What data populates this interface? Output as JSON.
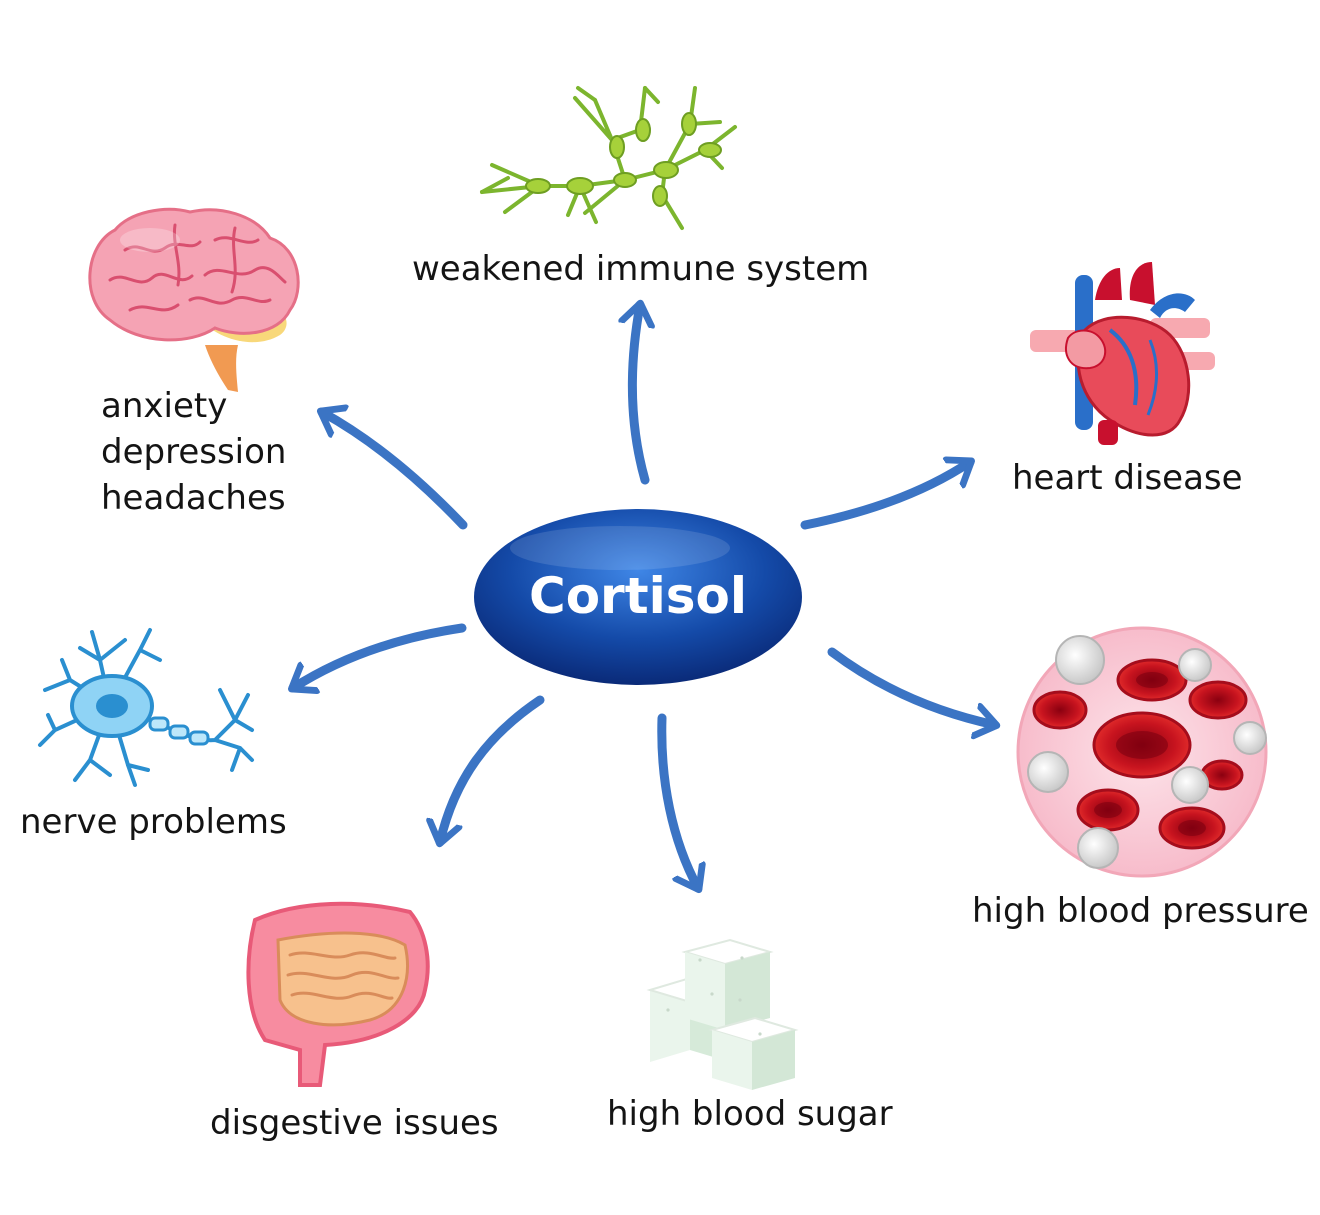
{
  "center": {
    "label": "Cortisol"
  },
  "effects": [
    {
      "key": "immune",
      "label": "weakened immune system",
      "icon": "immune-cell-icon"
    },
    {
      "key": "heart",
      "label": "heart disease",
      "icon": "heart-icon"
    },
    {
      "key": "pressure",
      "label": "high blood pressure",
      "icon": "blood-cells-icon"
    },
    {
      "key": "sugar",
      "label": "high blood sugar",
      "icon": "sugar-cubes-icon"
    },
    {
      "key": "digestive",
      "label": "disgestive issues",
      "icon": "intestines-icon"
    },
    {
      "key": "nerve",
      "label": "nerve problems",
      "icon": "neuron-icon"
    },
    {
      "key": "mental",
      "lines": [
        "anxiety",
        "depression",
        "headaches"
      ],
      "icon": "brain-icon"
    }
  ],
  "colors": {
    "arrow": "#3b74c4",
    "center_fill_dark": "#0a2f86",
    "center_fill_light": "#2f6fd6"
  }
}
